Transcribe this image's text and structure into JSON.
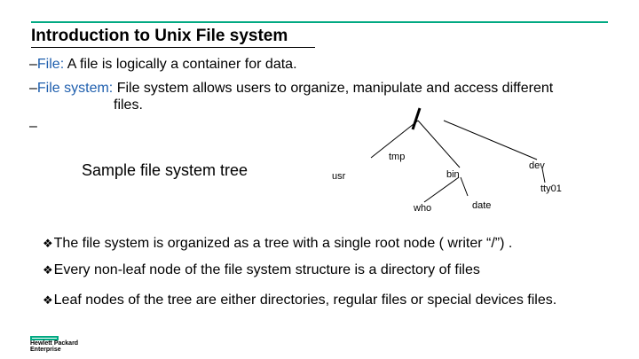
{
  "slide": {
    "title": "Introduction to Unix File system",
    "bullet1": {
      "dash": "–",
      "term": "File:",
      "text": "A file is logically a container for data."
    },
    "bullet2": {
      "dash": "–",
      "term": "File system:",
      "text": "File system allows users to organize, manipulate and access different",
      "text_cont": "files."
    },
    "bullet3": {
      "dash": "–"
    },
    "tree_caption": "Sample file system tree",
    "tree_nodes": {
      "tmp": "tmp",
      "usr": "usr",
      "bin": "bin",
      "dev": "dev",
      "tty01": "tty01",
      "who": "who",
      "date": "date"
    },
    "checks": [
      "The file system is organized as a tree with a single root node ( writer “/”) .",
      "Every non-leaf node of the file system structure is a directory of files",
      "Leaf nodes of the tree are either directories, regular files or special devices files."
    ],
    "check_icon": "check-diamond-icon",
    "logo": {
      "line1": "Hewlett Packard",
      "line2": "Enterprise"
    },
    "colors": {
      "accent_green": "#01a982",
      "term_blue": "#1f5fae"
    }
  }
}
